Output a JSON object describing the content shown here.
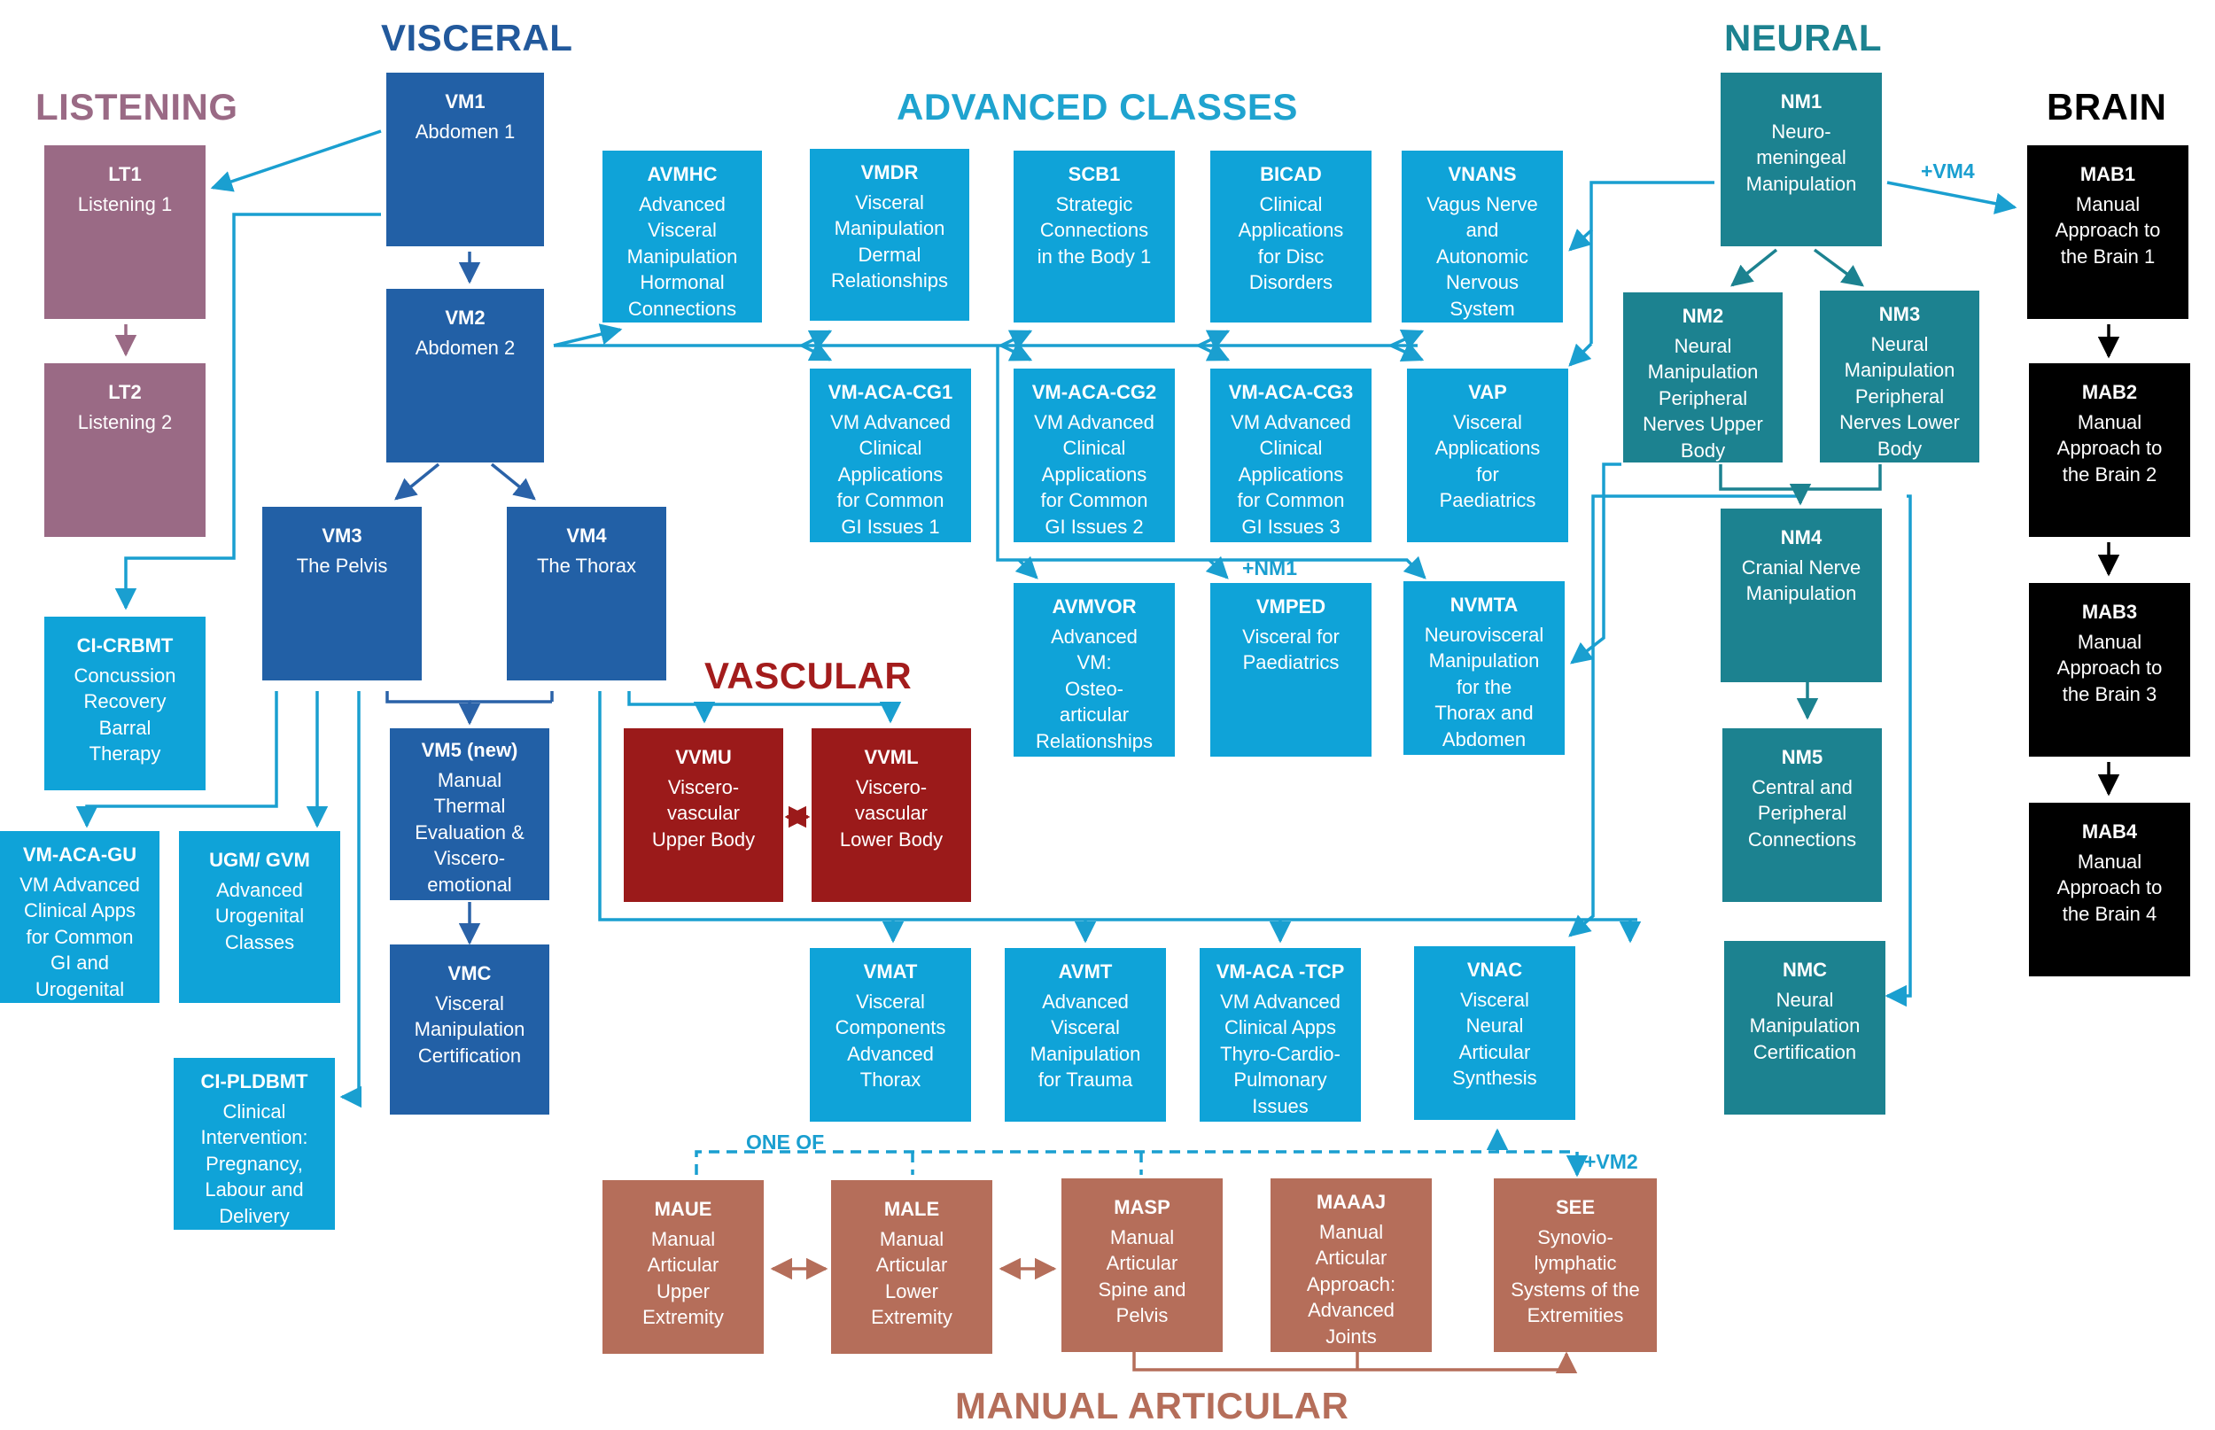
{
  "colors": {
    "listening": "#9a6a85",
    "visceral": "#2260a6",
    "advanced": "#0fa3d8",
    "vascular": "#9b1a1a",
    "neural": "#1c8290",
    "brain": "#000000",
    "manual_articular": "#b56e5a",
    "advanced_heading": "#1fa3cf",
    "connector_blue": "#1a9fd0"
  },
  "headings": {
    "visceral": "VISCERAL",
    "listening": "LISTENING",
    "advanced": "ADVANCED CLASSES",
    "vascular": "VASCULAR",
    "neural": "NEURAL",
    "brain": "BRAIN",
    "manual_articular": "MANUAL ARTICULAR"
  },
  "labels": {
    "plus_vm4": "+VM4",
    "plus_nm1": "+NM1",
    "one_of": "ONE OF",
    "plus_vm2": "+VM2"
  },
  "boxes": {
    "vm1": {
      "code": "VM1",
      "desc": "Abdomen 1"
    },
    "vm2": {
      "code": "VM2",
      "desc": "Abdomen 2"
    },
    "vm3": {
      "code": "VM3",
      "desc": "The Pelvis"
    },
    "vm4": {
      "code": "VM4",
      "desc": "The Thorax"
    },
    "vm5": {
      "code": "VM5 (new)",
      "desc": "Manual\nThermal\nEvaluation &\nViscero-\nemotional"
    },
    "vmc": {
      "code": "VMC",
      "desc": "Visceral\nManipulation\nCertification"
    },
    "lt1": {
      "code": "LT1",
      "desc": "Listening 1"
    },
    "lt2": {
      "code": "LT2",
      "desc": "Listening 2"
    },
    "cicrbmt": {
      "code": "CI-CRBMT",
      "desc": "Concussion\nRecovery\nBarral\nTherapy"
    },
    "vmacagu": {
      "code": "VM-ACA-GU",
      "desc": "VM Advanced\nClinical Apps\nfor Common\nGI and\nUrogenital"
    },
    "ugm": {
      "code": "UGM/ GVM",
      "desc": "Advanced\nUrogenital\nClasses"
    },
    "cipldbmt": {
      "code": "CI-PLDBMT",
      "desc": "Clinical\nIntervention:\nPregnancy,\nLabour and\nDelivery"
    },
    "avmhc": {
      "code": "AVMHC",
      "desc": "Advanced\nVisceral\nManipulation\nHormonal\nConnections"
    },
    "vmdr": {
      "code": "VMDR",
      "desc": "Visceral\nManipulation\nDermal\nRelationships"
    },
    "scb1": {
      "code": "SCB1",
      "desc": "Strategic\nConnections\nin the Body 1"
    },
    "bicad": {
      "code": "BICAD",
      "desc": "Clinical\nApplications\nfor Disc\nDisorders"
    },
    "vnans": {
      "code": "VNANS",
      "desc": "Vagus Nerve\nand\nAutonomic\nNervous\nSystem"
    },
    "cg1": {
      "code": "VM-ACA-CG1",
      "desc": "VM Advanced\nClinical\nApplications\nfor Common\nGI Issues 1"
    },
    "cg2": {
      "code": "VM-ACA-CG2",
      "desc": "VM Advanced\nClinical\nApplications\nfor Common\nGI Issues 2"
    },
    "cg3": {
      "code": "VM-ACA-CG3",
      "desc": "VM Advanced\nClinical\nApplications\nfor Common\nGI Issues 3"
    },
    "vap": {
      "code": "VAP",
      "desc": "Visceral\nApplications\nfor\nPaediatrics"
    },
    "avmvor": {
      "code": "AVMVOR",
      "desc": "Advanced\nVM:\nOsteo-\narticular\nRelationships"
    },
    "vmped": {
      "code": "VMPED",
      "desc": "Visceral for\nPaediatrics"
    },
    "nvmta": {
      "code": "NVMTA",
      "desc": "Neurovisceral\nManipulation\nfor the\nThorax and\nAbdomen"
    },
    "vvmu": {
      "code": "VVMU",
      "desc": "Viscero-\nvascular\nUpper Body"
    },
    "vvml": {
      "code": "VVML",
      "desc": "Viscero-\nvascular\nLower Body"
    },
    "vmat": {
      "code": "VMAT",
      "desc": "Visceral\nComponents\nAdvanced\nThorax"
    },
    "avmt": {
      "code": "AVMT",
      "desc": "Advanced\nVisceral\nManipulation\nfor Trauma"
    },
    "tcp": {
      "code": "VM-ACA -TCP",
      "desc": "VM Advanced\nClinical Apps\nThyro-Cardio-\nPulmonary\nIssues"
    },
    "vnac": {
      "code": "VNAC",
      "desc": "Visceral\nNeural\nArticular\nSynthesis"
    },
    "nm1": {
      "code": "NM1",
      "desc": "Neuro-\nmeningeal\nManipulation"
    },
    "nm2": {
      "code": "NM2",
      "desc": "Neural\nManipulation\nPeripheral\nNerves Upper\nBody"
    },
    "nm3": {
      "code": "NM3",
      "desc": "Neural\nManipulation\nPeripheral\nNerves Lower\nBody"
    },
    "nm4": {
      "code": "NM4",
      "desc": "Cranial Nerve\nManipulation"
    },
    "nm5": {
      "code": "NM5",
      "desc": "Central and\nPeripheral\nConnections"
    },
    "nmc": {
      "code": "NMC",
      "desc": "Neural\nManipulation\nCertification"
    },
    "mab1": {
      "code": "MAB1",
      "desc": "Manual\nApproach to\nthe Brain 1"
    },
    "mab2": {
      "code": "MAB2",
      "desc": "Manual\nApproach to\nthe Brain 2"
    },
    "mab3": {
      "code": "MAB3",
      "desc": "Manual\nApproach to\nthe Brain 3"
    },
    "mab4": {
      "code": "MAB4",
      "desc": "Manual\nApproach to\nthe Brain 4"
    },
    "maue": {
      "code": "MAUE",
      "desc": "Manual\nArticular\nUpper\nExtremity"
    },
    "male": {
      "code": "MALE",
      "desc": "Manual\nArticular\nLower\nExtremity"
    },
    "masp": {
      "code": "MASP",
      "desc": "Manual\nArticular\nSpine and\nPelvis"
    },
    "maaaj": {
      "code": "MAAAJ",
      "desc": "Manual\nArticular\nApproach:\nAdvanced\nJoints"
    },
    "see": {
      "code": "SEE",
      "desc": "Synovio-\nlymphatic\nSystems of the\nExtremities"
    }
  }
}
